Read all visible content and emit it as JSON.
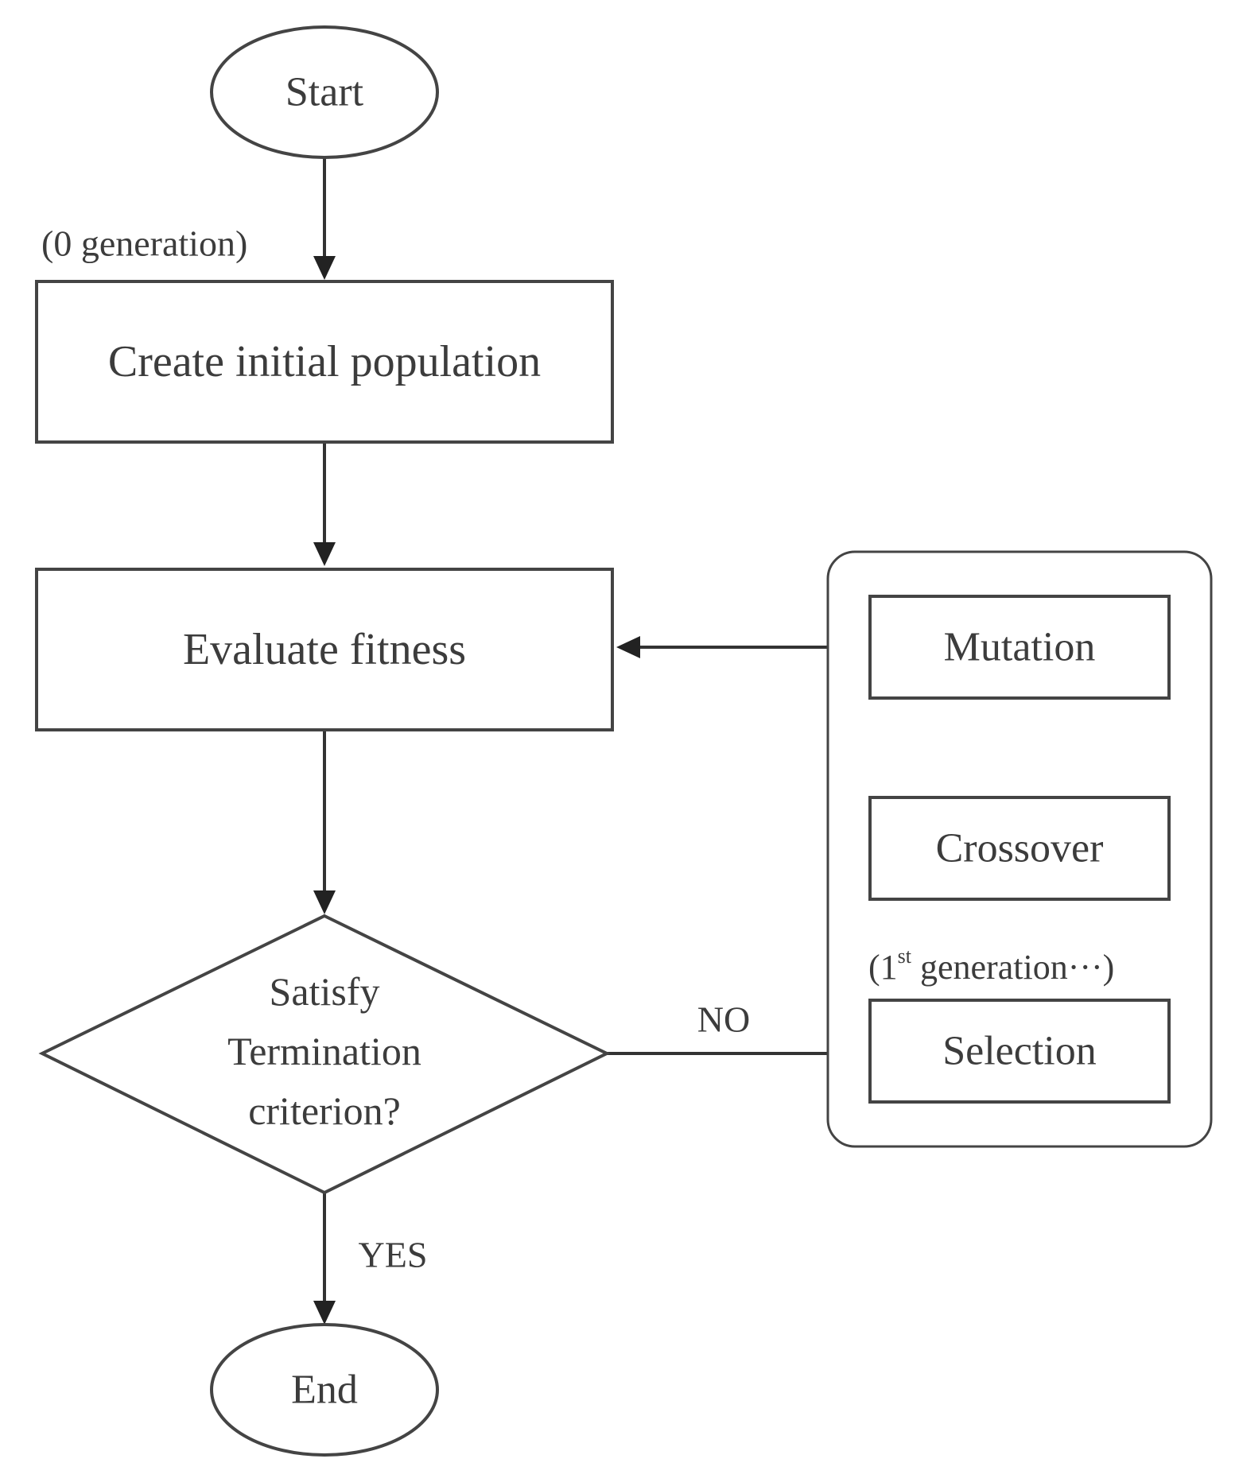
{
  "nodes": {
    "start": {
      "label": "Start"
    },
    "create_population": {
      "label": "Create initial population"
    },
    "evaluate_fitness": {
      "label": "Evaluate fitness"
    },
    "decision": {
      "line1": "Satisfy",
      "line2": "Termination",
      "line3": "criterion?"
    },
    "mutation": {
      "label": "Mutation"
    },
    "crossover": {
      "label": "Crossover"
    },
    "selection": {
      "label": "Selection"
    },
    "end": {
      "label": "End"
    }
  },
  "annotations": {
    "zero_generation": "(0 generation)",
    "first_generation_open": "(1",
    "first_generation_sup": "st",
    "first_generation_rest": " generation···)"
  },
  "edge_labels": {
    "no": "NO",
    "yes": "YES"
  }
}
